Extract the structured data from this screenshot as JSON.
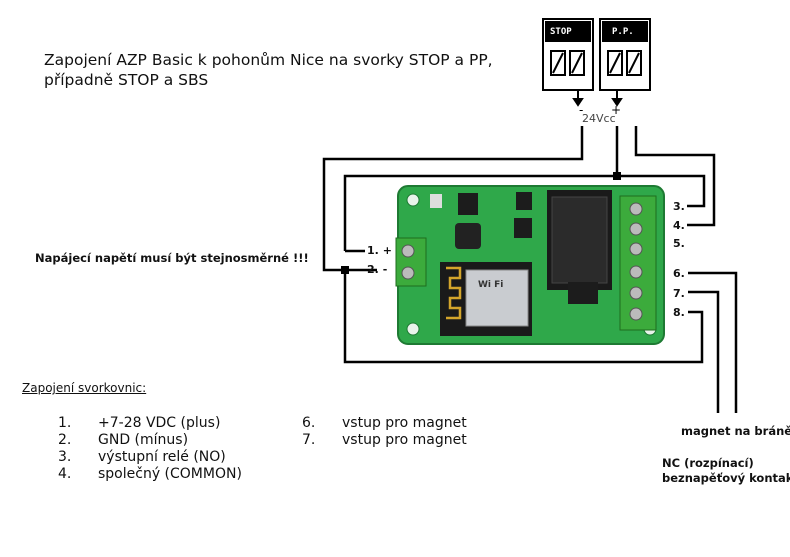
{
  "title_line1": "Zapojení AZP Basic k pohonům Nice na svorky STOP a PP,",
  "title_line2": "případně STOP a SBS",
  "warning": "Napájecí napětí musí být stejnosměrné !!!",
  "terminal_block_left": "STOP",
  "terminal_block_right": "P.P.",
  "supply_minus": "-",
  "supply_plus": "+",
  "supply_voltage": "24Vcc",
  "left_terminals": [
    {
      "num": "1.",
      "sign": "+"
    },
    {
      "num": "2.",
      "sign": "-"
    }
  ],
  "right_terminals": [
    "3.",
    "4.",
    "5.",
    "6.",
    "7.",
    "8."
  ],
  "legend_heading": "Zapojení svorkovnic:",
  "legend_left": [
    {
      "num": "1.",
      "text": "+7-28 VDC (plus)"
    },
    {
      "num": "2.",
      "text": "GND (mínus)"
    },
    {
      "num": "3.",
      "text": "výstupní relé (NO)"
    },
    {
      "num": "4.",
      "text": "společný (COMMON)"
    }
  ],
  "legend_right": [
    {
      "num": "6.",
      "text": "vstup pro magnet"
    },
    {
      "num": "7.",
      "text": "vstup pro magnet"
    }
  ],
  "magnet_label": "magnet na bráně",
  "nc_line1": "NC (rozpínací)",
  "nc_line2": "beznapěťový kontakt",
  "wifi_label": "Wi Fi"
}
